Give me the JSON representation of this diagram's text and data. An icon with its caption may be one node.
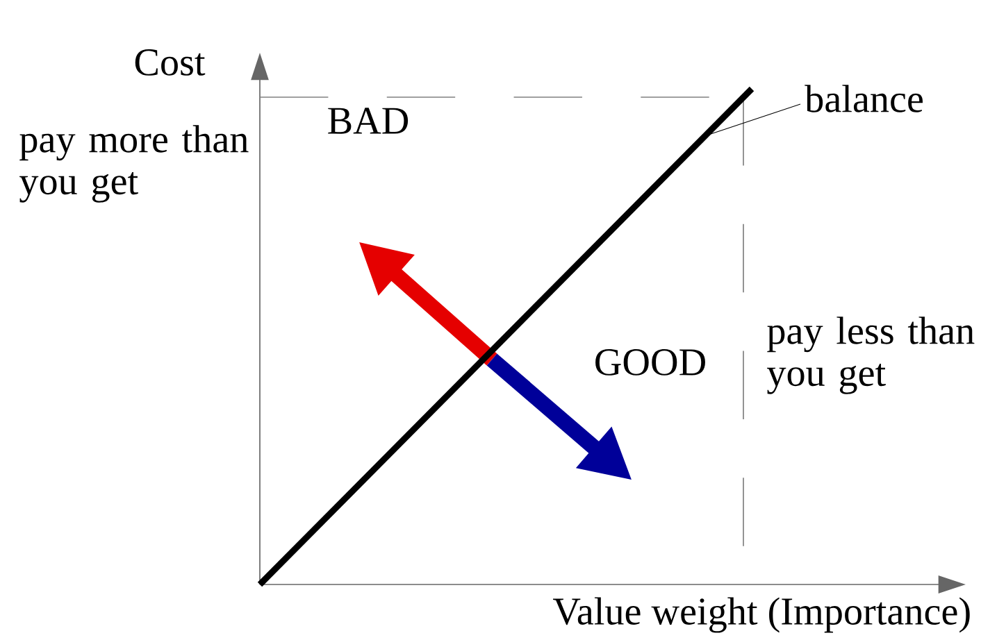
{
  "diagram": {
    "nodes": [
      {
        "text": [
          "balance"
        ]
      },
      {
        "text": [],
        "shape": "line"
      }
    ],
    "edges": [
      {
        "from": 0,
        "to": 1,
        "arrow": "none"
      }
    ],
    "labels": [
      "Cost",
      "pay more than you get",
      "BAD",
      "GOOD",
      "pay less than you get",
      "Value weight (Importance)"
    ]
  }
}
